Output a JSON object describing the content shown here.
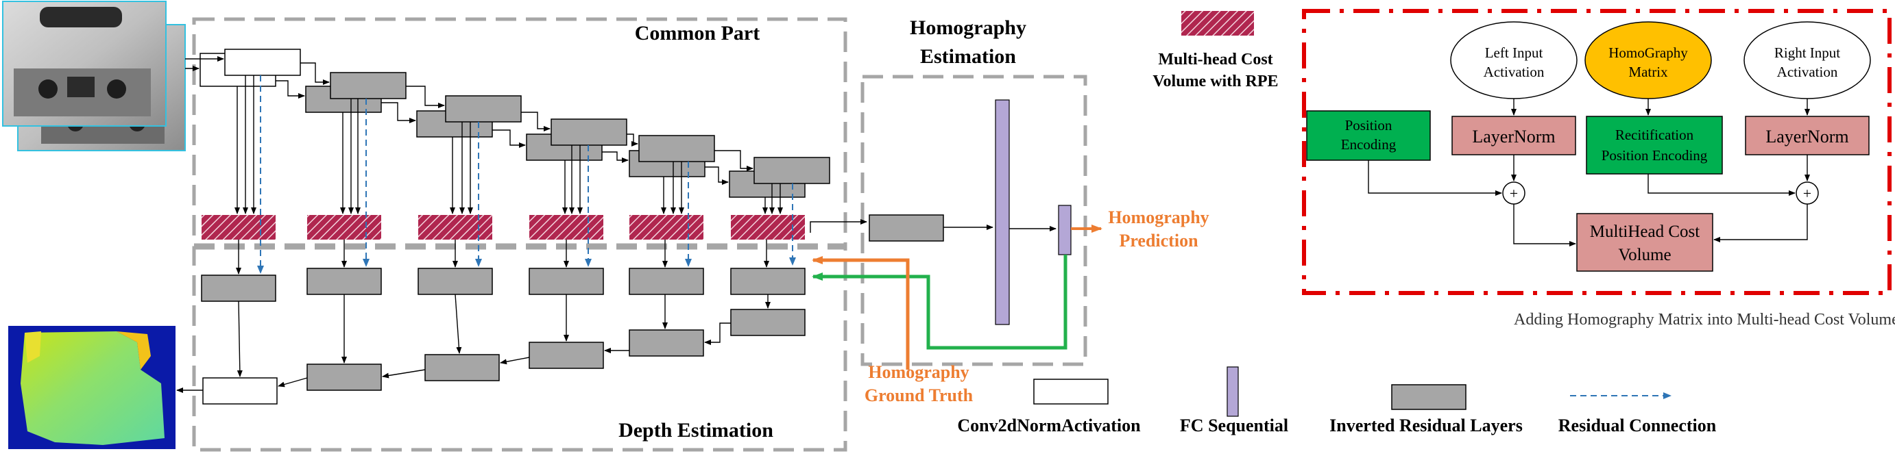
{
  "common_part": {
    "title": "Common Part"
  },
  "homography_estimation": {
    "title_line1": "Homography",
    "title_line2": "Estimation"
  },
  "depth_estimation": {
    "title": "Depth Estimation"
  },
  "cost_volume_legend": {
    "line1": "Multi-head Cost",
    "line2": "Volume with RPE"
  },
  "homography_prediction": {
    "line1": "Homography",
    "line2": "Prediction"
  },
  "homography_ground_truth": {
    "line1": "Homography",
    "line2": "Ground Truth"
  },
  "legend": {
    "conv": "Conv2dNormActivation",
    "fc": "FC Sequential",
    "inverted": "Inverted Residual Layers",
    "residual": "Residual Connection"
  },
  "detail": {
    "left_input": {
      "line1": "Left Input",
      "line2": "Activation"
    },
    "homography_matrix": {
      "line1": "HomoGraphy",
      "line2": "Matrix"
    },
    "right_input": {
      "line1": "Right Input",
      "line2": "Activation"
    },
    "position_encoding": {
      "line1": "Position",
      "line2": "Encoding"
    },
    "layernorm_left": "LayerNorm",
    "rectification": {
      "line1": "Recitification",
      "line2": "Position Encoding"
    },
    "layernorm_right": "LayerNorm",
    "plus_left": "+",
    "plus_right": "+",
    "multihead": {
      "line1": "MultiHead Cost",
      "line2": "Volume"
    },
    "caption": "Adding Homography Matrix into  Multi-head Cost Volume"
  },
  "colors": {
    "gray_block": "#a6a6a6",
    "cost_volume": "#b0264f",
    "fc": "#b4a7d6",
    "orange": "#ed7d31",
    "green_arrow": "#22b14c",
    "blue_dash": "#2e75b6",
    "red_frame": "#e00000",
    "green_box": "#00b050",
    "pink_box": "#da9694",
    "yellow_ellipse": "#ffc000"
  },
  "icons": [
    "input-image-front",
    "input-image-back",
    "depth-map-output"
  ]
}
